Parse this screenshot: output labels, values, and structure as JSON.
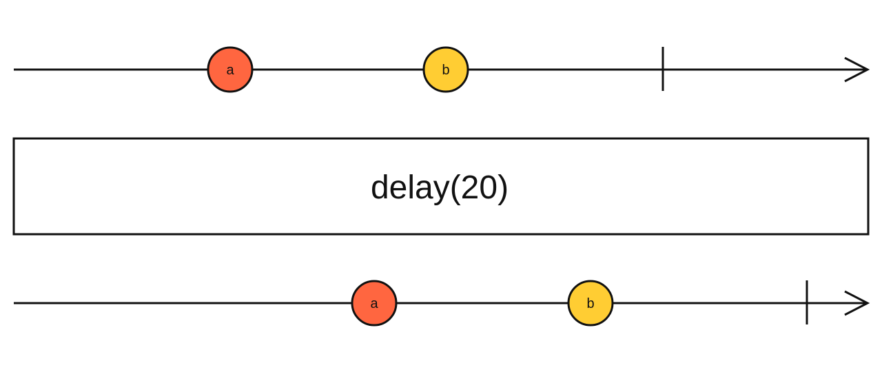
{
  "operator": {
    "label": "delay(20)"
  },
  "colors": {
    "line": "#111111",
    "marble_a": "#ff6640",
    "marble_b": "#ffcd33"
  },
  "input_stream": {
    "marbles": [
      {
        "label": "a",
        "color": "#ff6640"
      },
      {
        "label": "b",
        "color": "#ffcd33"
      }
    ]
  },
  "output_stream": {
    "marbles": [
      {
        "label": "a",
        "color": "#ff6640"
      },
      {
        "label": "b",
        "color": "#ffcd33"
      }
    ]
  }
}
